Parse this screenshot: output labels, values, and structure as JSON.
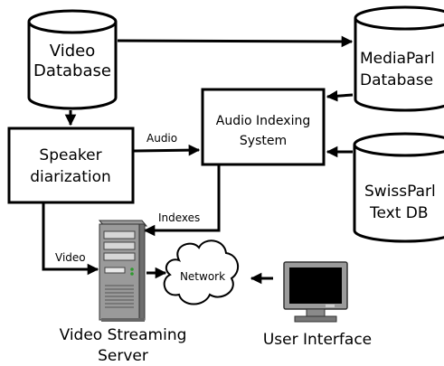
{
  "nodes": {
    "video_db": [
      "Video",
      "Database"
    ],
    "mediaparl_db": [
      "MediaParl",
      "Database"
    ],
    "speaker": [
      "Speaker",
      "diarization"
    ],
    "audio_indexing": [
      "Audio Indexing",
      "System"
    ],
    "swissparl": [
      "SwissParl",
      "Text DB"
    ],
    "server": [
      "Video Streaming",
      "Server"
    ],
    "network": "Network",
    "ui": "User Interface"
  },
  "edges": {
    "audio": "Audio",
    "indexes": "Indexes",
    "video": "Video"
  },
  "icons": {
    "server": "server-tower-icon",
    "network": "cloud-icon",
    "ui": "monitor-icon"
  }
}
